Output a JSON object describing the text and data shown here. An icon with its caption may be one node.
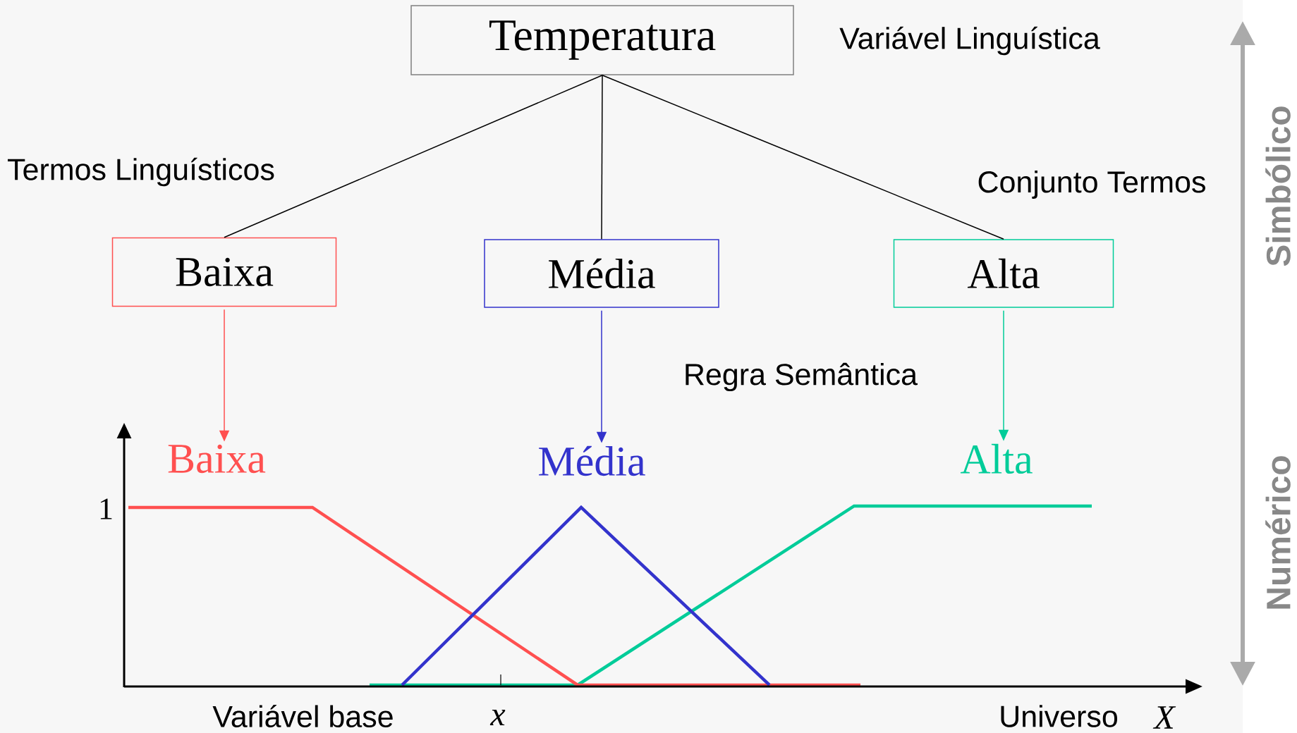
{
  "diagram": {
    "nodes": [
      {
        "text": [
          "Temperatura"
        ]
      },
      {
        "text": [
          "Baixa"
        ]
      },
      {
        "text": [
          "Média"
        ]
      },
      {
        "text": [
          "Alta"
        ]
      },
      {
        "text": [
          "Baixa"
        ]
      },
      {
        "text": [
          "Média"
        ]
      },
      {
        "text": [
          "Alta"
        ]
      }
    ],
    "edges": [
      {
        "from": 0,
        "to": 1,
        "arrow": "none"
      },
      {
        "from": 0,
        "to": 2,
        "arrow": "none"
      },
      {
        "from": 0,
        "to": 3,
        "arrow": "none"
      },
      {
        "from": 1,
        "to": 4,
        "arrow": "to",
        "color": "#ff5050"
      },
      {
        "from": 2,
        "to": 5,
        "arrow": "to",
        "color": "#3333cc"
      },
      {
        "from": 3,
        "to": 6,
        "arrow": "to",
        "color": "#00cc99"
      }
    ],
    "labels": [
      "Variável Linguística",
      "Termos Linguísticos",
      "Conjunto Termos",
      "Regra Semântica",
      "1",
      "Variável base",
      "x",
      "Universo",
      "X",
      "Simbólico",
      "Numérico"
    ]
  }
}
